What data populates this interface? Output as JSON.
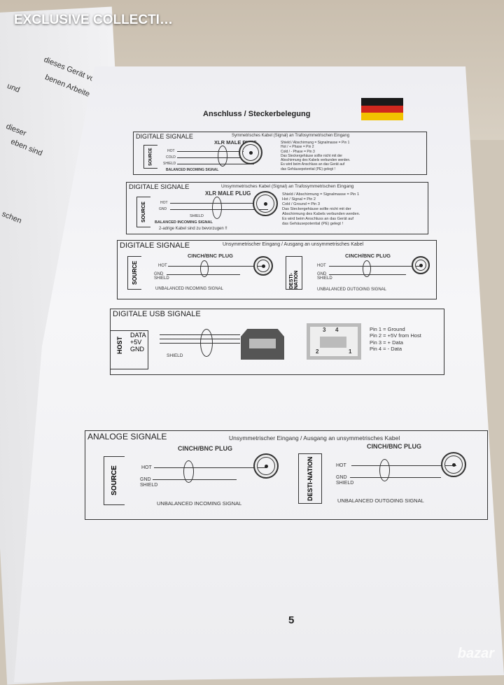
{
  "banner": "EXCLUSIVE COLLECTI…",
  "watermark": "bazar",
  "left_page": [
    "dieses Gerät vom",
    "benen Arbeiten",
    "und",
    "dieser",
    "eben sind",
    "schen"
  ],
  "page": {
    "title": "Anschluss / Steckerbelegung",
    "flag_colors": [
      "#1a1a1a",
      "#d0281e",
      "#f2c200"
    ],
    "page_number": "5",
    "sections": [
      {
        "heading": "DIGITALE SIGNALE",
        "subtitle": "Symmetrisches Kabel (Signal) an Trafosymmetrischen Eingang",
        "plug": "XLR MALE PLUG",
        "source": "SOURCE",
        "wires": [
          "HOT",
          "COLD",
          "SHIELD"
        ],
        "signal": "BALANCED INCOMING SIGNAL",
        "notes": [
          "Shield / Abschirmung = Signalmasse = Pin 1",
          "Hot / + Phase = Pin 2",
          "Cold / - Phase = Pin 3",
          "Das Steckergehäuse sollte nicht mit der",
          "Abschirmung des Kabels verbunden werden.",
          "Es wird beim Anschluss an das Gerät auf",
          "das Gehäusepotential (PE) gelegt !"
        ]
      },
      {
        "heading": "DIGITALE SIGNALE",
        "subtitle": "Unsymmetrisches Kabel (Signal) an Trafosymmetrischen Eingang",
        "plug": "XLR MALE PLUG",
        "source": "SOURCE",
        "wires": [
          "HOT",
          "GND",
          "SHIELD"
        ],
        "signal": "BALANCED INCOMING SIGNAL",
        "footnote": "2-adrige Kabel sind zu bevorzugen !!",
        "notes": [
          "Shield / Abschirmung = Signalmasse = Pin 1",
          "Hot / Signal = Pin 2",
          "Cold / Ground = Pin 3",
          "Das Steckergehäuse sollte nicht mit der",
          "Abschirmung des Kabels verbunden werden.",
          "Es wird beim Anschluss an das Gerät auf",
          "das Gehäusepotential (PE) gelegt !"
        ]
      },
      {
        "heading": "DIGITALE SIGNALE",
        "subtitle": "Unsymmetrischer Eingang / Ausgang an unsymmetrisches Kabel",
        "plug": "CINCH/BNC PLUG",
        "source": "SOURCE",
        "dest": "DESTI-NATION",
        "hot": "HOT",
        "gnd": "GND",
        "shield": "SHIELD",
        "in_signal": "UNBALANCED INCOMING SIGNAL",
        "out_signal": "UNBALANCED OUTGOING SIGNAL"
      },
      {
        "heading": "DIGITALE USB SIGNALE",
        "host": "HOST",
        "lines": [
          "DATA",
          "+5V",
          "GND"
        ],
        "shield": "SHIELD",
        "pin_labels": [
          "3",
          "4",
          "2",
          "1"
        ],
        "pins": [
          "Pin 1 =  Ground",
          "Pin 2 = +5V from Host",
          "Pin 3 = + Data",
          "Pin 4 =  - Data"
        ]
      },
      {
        "heading": "ANALOGE SIGNALE",
        "subtitle": "Unsymmetrischer Eingang / Ausgang an unsymmetrisches Kabel",
        "plug": "CINCH/BNC PLUG",
        "source": "SOURCE",
        "dest": "DESTI-NATION",
        "hot": "HOT",
        "gnd": "GND",
        "shield": "SHIELD",
        "in_signal": "UNBALANCED INCOMING SIGNAL",
        "out_signal": "UNBALANCED OUTGOING SIGNAL"
      }
    ]
  }
}
